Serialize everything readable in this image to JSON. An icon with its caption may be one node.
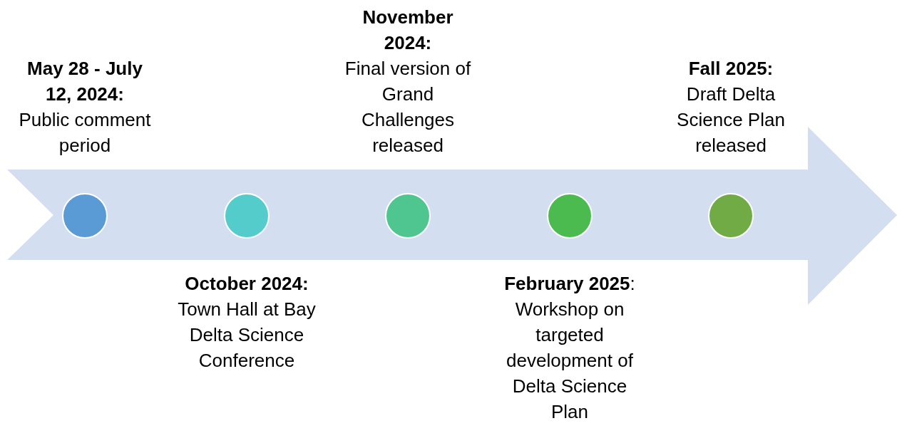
{
  "diagram": {
    "nodes": [
      {
        "text": [],
        "shape": "arrow"
      },
      {
        "text": [],
        "shape": "circle",
        "in": 0,
        "beside": [
          "May 28 - July 12, 2024:",
          "Public comment period"
        ]
      },
      {
        "text": [],
        "shape": "circle",
        "in": 0,
        "beside": [
          "October 2024:",
          "Town Hall at Bay Delta Science Conference"
        ]
      },
      {
        "text": [],
        "shape": "circle",
        "in": 0,
        "beside": [
          "November 2024:",
          "Final version of Grand Challenges released"
        ]
      },
      {
        "text": [],
        "shape": "circle",
        "in": 0,
        "beside": [
          "**February 2025**:",
          "Workshop on targeted development of Delta Science Plan"
        ]
      },
      {
        "text": [],
        "shape": "circle",
        "in": 0,
        "beside": [
          "Fall 2025:",
          "Draft Delta Science Plan released"
        ]
      }
    ]
  }
}
